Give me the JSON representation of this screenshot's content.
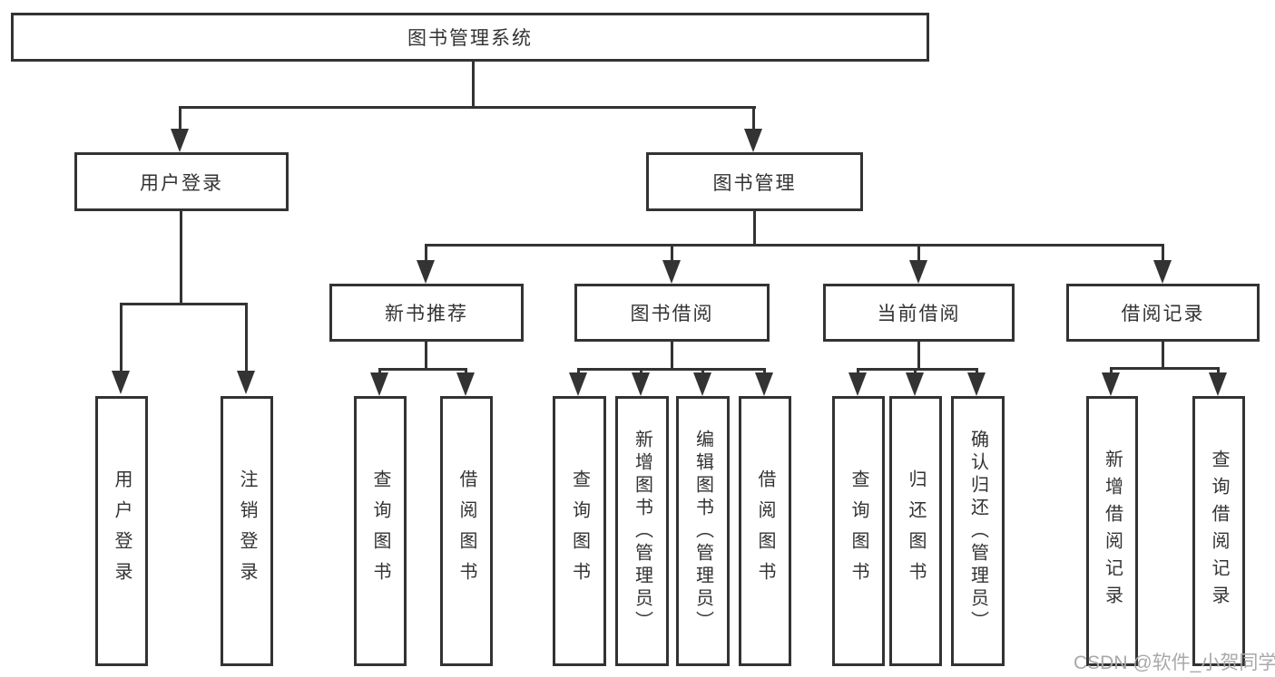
{
  "diagram": {
    "root": {
      "label": "图书管理系统"
    },
    "branches": {
      "user_login": {
        "label": "用户登录",
        "children": {
          "login": {
            "label": "用户登录"
          },
          "logout": {
            "label": "注销登录"
          }
        }
      },
      "book_management": {
        "label": "图书管理",
        "children": {
          "new_book_recommend": {
            "label": "新书推荐",
            "children": {
              "query_books": {
                "label": "查询图书"
              },
              "borrow_books": {
                "label": "借阅图书"
              }
            }
          },
          "book_borrowing": {
            "label": "图书借阅",
            "children": {
              "query_books": {
                "label": "查询图书"
              },
              "add_books": {
                "label": "新增图书（管理员）"
              },
              "edit_books": {
                "label": "编辑图书（管理员）"
              },
              "borrow_books": {
                "label": "借阅图书"
              }
            }
          },
          "current_borrowing": {
            "label": "当前借阅",
            "children": {
              "query_books": {
                "label": "查询图书"
              },
              "return_books": {
                "label": "归还图书"
              },
              "confirm_return": {
                "label": "确认归还（管理员）"
              }
            }
          },
          "borrowing_records": {
            "label": "借阅记录",
            "children": {
              "add_record": {
                "label": "新增借阅记录"
              },
              "query_record": {
                "label": "查询借阅记录"
              }
            }
          }
        }
      }
    },
    "watermark": "CSDN @软件_小贺同学",
    "colors": {
      "line": "#333333",
      "text": "#333333",
      "watermark": "#a9a9a9",
      "background": "#ffffff"
    }
  }
}
